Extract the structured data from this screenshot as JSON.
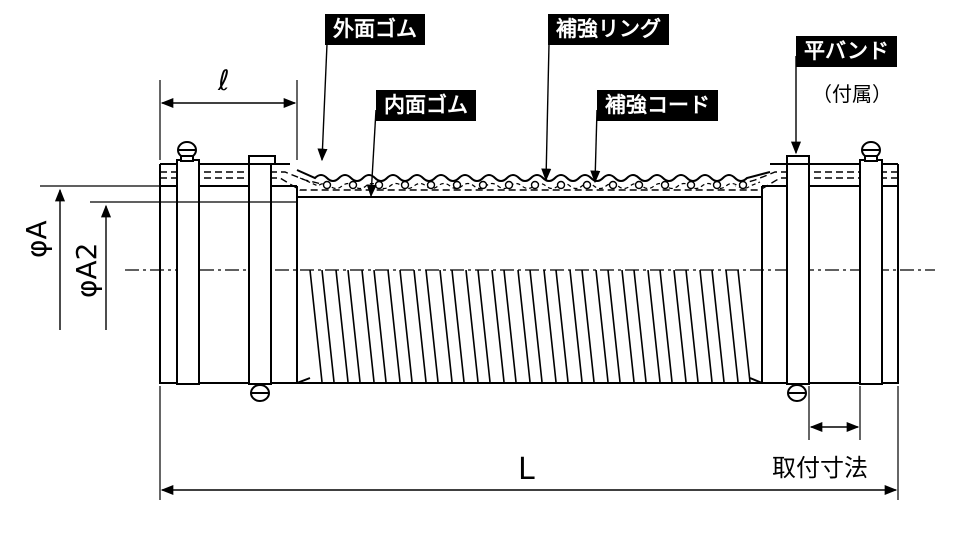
{
  "labels": {
    "outer_rubber": "外面ゴム",
    "inner_rubber": "内面ゴム",
    "reinforcing_ring": "補強リング",
    "reinforcing_cord": "補強コード",
    "flat_band": "平バンド",
    "flat_band_note": "（付属）"
  },
  "dimensions": {
    "ell": "ℓ",
    "phi_a": "φA",
    "phi_a2": "φA2",
    "total_length": "L",
    "mounting_dimension": "取付寸法"
  }
}
